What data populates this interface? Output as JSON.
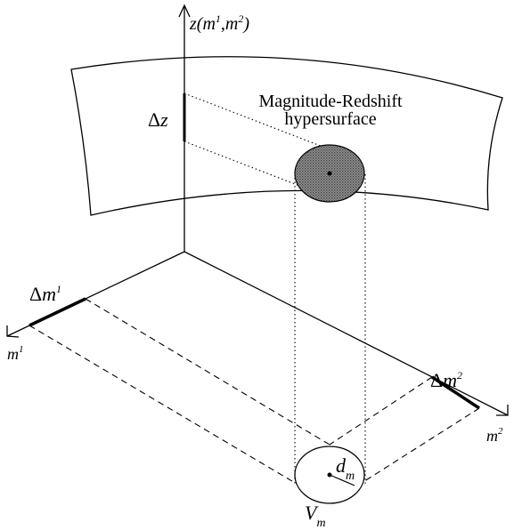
{
  "axes": {
    "z": {
      "name": "z",
      "args": "(m",
      "sup1": "1",
      "comma": ",m",
      "sup2": "2",
      "close": ")"
    },
    "m1": {
      "name": "m",
      "sup": "1"
    },
    "m2": {
      "name": "m",
      "sup": "2"
    }
  },
  "surface": {
    "label_line1": "Magnitude-Redshift",
    "label_line2": "hypersurface"
  },
  "intervals": {
    "dz": {
      "delta": "Δ",
      "var": "z"
    },
    "dm1": {
      "delta": "Δ",
      "var": "m",
      "sup": "1"
    },
    "dm2": {
      "delta": "Δ",
      "var": "m",
      "sup": "2"
    }
  },
  "bin": {
    "radius": {
      "var": "d",
      "sub": "m"
    },
    "volume": {
      "var": "V",
      "sub": "m"
    }
  },
  "colors": {
    "stroke": "#000000",
    "shading": "#7a7a7a",
    "background": "#ffffff"
  }
}
